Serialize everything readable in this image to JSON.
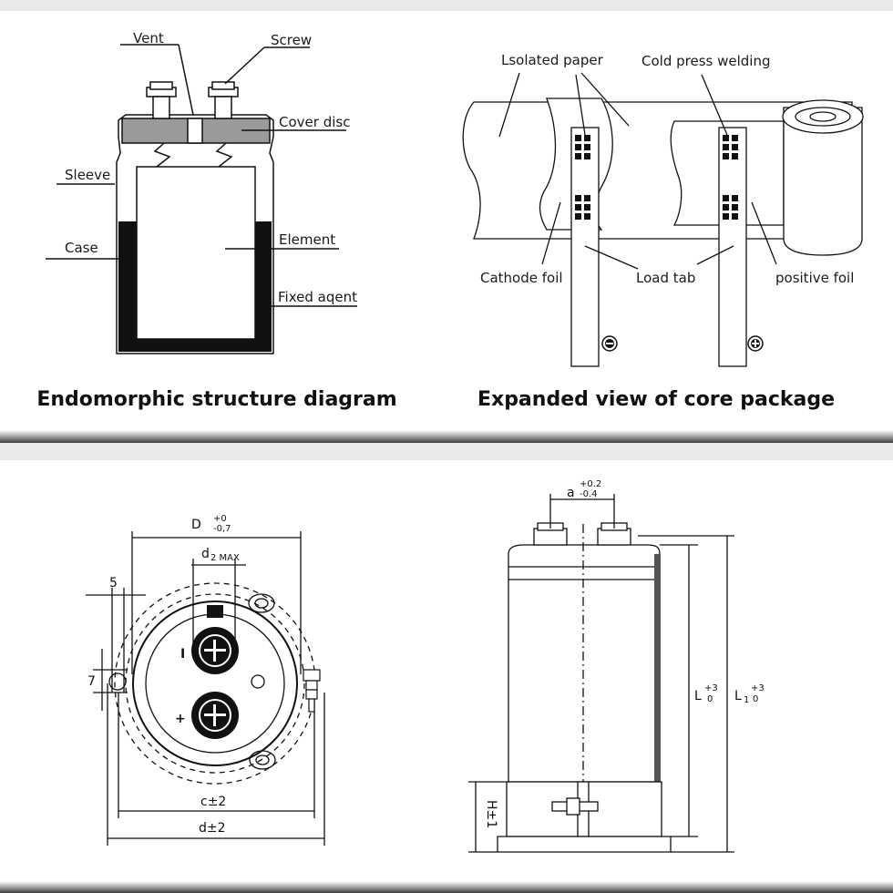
{
  "top_left": {
    "labels": {
      "vent": "Vent",
      "screw": "Screw",
      "cover_disc": "Cover disc",
      "sleeve": "Sleeve",
      "case": "Case",
      "element": "Element",
      "fixed_agent": "Fixed aqent"
    },
    "caption": "Endomorphic structure diagram"
  },
  "top_right": {
    "labels": {
      "isolated_paper": "Lsolated paper",
      "cold_press_welding": "Cold press welding",
      "cathode_foil": "Cathode foil",
      "load_tab": "Load tab",
      "positive_foil": "positive foil"
    },
    "caption": "Expanded view of core package"
  },
  "bottom_left": {
    "dims": {
      "D": "D",
      "D_tol_plus": "+0",
      "D_tol_minus": "-0,7",
      "d2": "d",
      "d2_sub": "2 MAX",
      "five": "5",
      "seven": "7",
      "c": "c±2",
      "d": "d±2"
    },
    "polarity": {
      "minus": "I",
      "plus": "+"
    }
  },
  "bottom_right": {
    "dims": {
      "a": "a",
      "a_tol_plus": "+0.2",
      "a_tol_minus": "-0.4",
      "L": "L",
      "L_tol_plus": "+3",
      "L_tol_minus": "0",
      "L1": "L",
      "L1_sub": "1",
      "L1_tol_plus": "+3",
      "L1_tol_minus": "0",
      "H": "H±1"
    }
  }
}
